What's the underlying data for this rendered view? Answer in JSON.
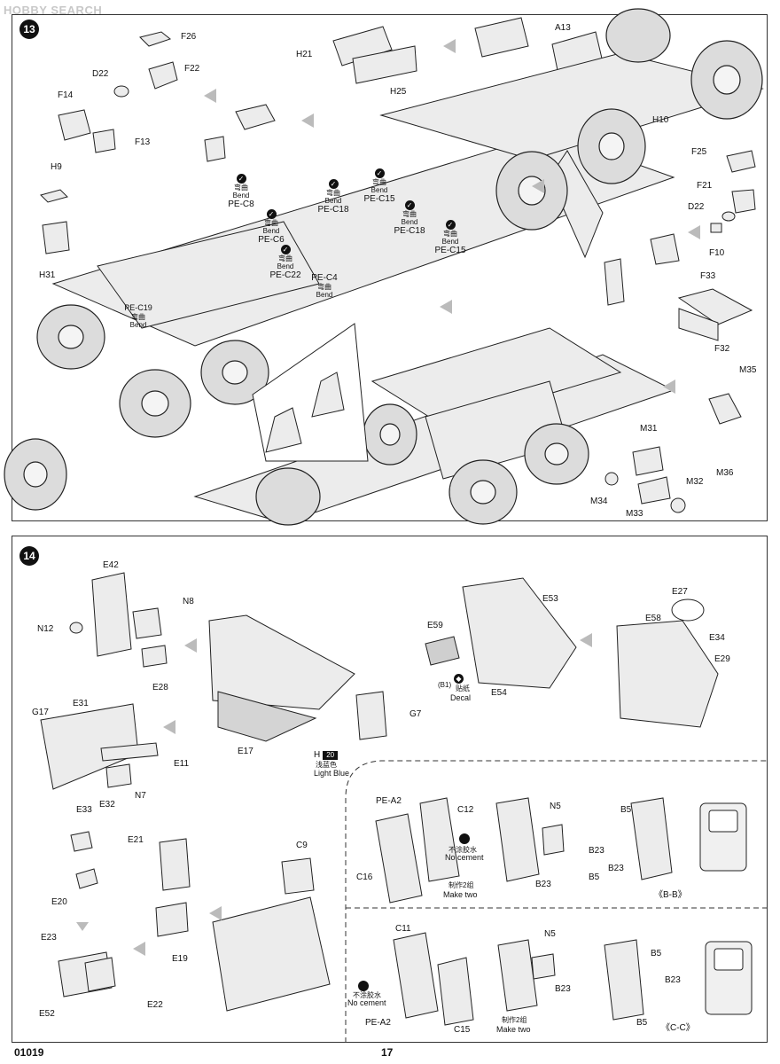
{
  "watermark": "HOBBY SEARCH",
  "footer": {
    "catalog": "01019",
    "page": "17"
  },
  "step13": {
    "number": "13",
    "parts": [
      "F26",
      "D22",
      "F22",
      "F14",
      "F13",
      "H9",
      "H31",
      "H21",
      "H25",
      "A13",
      "H10",
      "F25",
      "F21",
      "D22",
      "F10",
      "F33",
      "F32",
      "M35",
      "M36",
      "M31",
      "M32",
      "M34",
      "M33"
    ],
    "bend_notes": [
      {
        "cn": "弯曲",
        "en": "Bend",
        "part": "PE-C8"
      },
      {
        "cn": "弯曲",
        "en": "Bend",
        "part": "PE-C6"
      },
      {
        "cn": "弯曲",
        "en": "Bend",
        "part": "PE-C22"
      },
      {
        "cn": "弯曲",
        "en": "Bend",
        "part": "PE-C19"
      },
      {
        "cn": "弯曲",
        "en": "Bend",
        "part": "PE-C4"
      },
      {
        "cn": "弯曲",
        "en": "Bend",
        "part": "PE-C18"
      },
      {
        "cn": "弯曲",
        "en": "Bend",
        "part": "PE-C15"
      },
      {
        "cn": "弯曲",
        "en": "Bend",
        "part": "PE-C18"
      },
      {
        "cn": "弯曲",
        "en": "Bend",
        "part": "PE-C15"
      }
    ]
  },
  "step14": {
    "number": "14",
    "parts": [
      "E42",
      "N8",
      "N12",
      "E28",
      "E17",
      "G7",
      "E59",
      "E53",
      "E54",
      "E27",
      "E58",
      "E34",
      "E29",
      "G17",
      "E31",
      "E11",
      "N7",
      "E33",
      "E32",
      "E21",
      "E20",
      "E19",
      "C9",
      "E23",
      "E52",
      "E22"
    ],
    "paint": {
      "code": "H",
      "num": "20",
      "cn": "浅蓝色",
      "en": "Light Blue"
    },
    "decal": {
      "ref": "(B1)",
      "cn": "贴纸",
      "en": "Decal"
    },
    "sub_bb": {
      "parts": [
        "PE-A2",
        "C12",
        "N5",
        "B5",
        "B23",
        "C16",
        "B23",
        "B23",
        "B5"
      ],
      "no_cement_cn": "不涂胶水",
      "no_cement_en": "No cement",
      "make_two_cn": "制作2组",
      "make_two_en": "Make two",
      "section": "《B-B》"
    },
    "sub_cc": {
      "parts": [
        "C11",
        "N5",
        "B5",
        "B23",
        "PE-A2",
        "B23",
        "C15",
        "B5"
      ],
      "no_cement_cn": "不涂胶水",
      "no_cement_en": "No cement",
      "make_two_cn": "制作2组",
      "make_two_en": "Make two",
      "section": "《C-C》"
    }
  }
}
